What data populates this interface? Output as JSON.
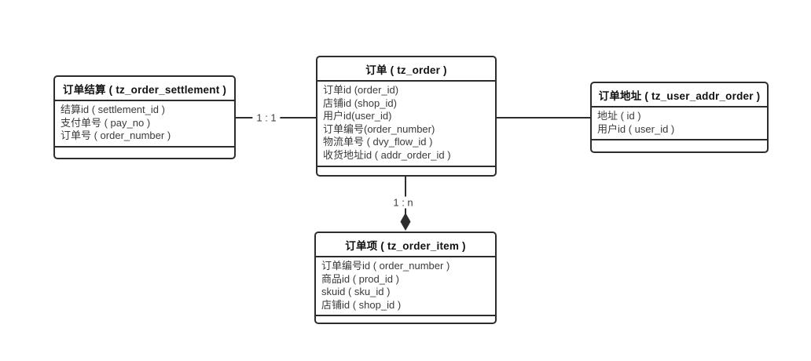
{
  "colors": {
    "background": "#ffffff",
    "line": "#2d2d2d",
    "title_text": "#111111",
    "field_text": "#3a3a3a"
  },
  "entities": {
    "settlement": {
      "title": "订单结算 ( tz_order_settlement )",
      "fields": [
        "结算id ( settlement_id )",
        "支付单号 ( pay_no )",
        "订单号 ( order_number )"
      ]
    },
    "order": {
      "title": "订单 ( tz_order )",
      "fields": [
        "订单id (order_id)",
        "店铺id (shop_id)",
        "用户id(user_id)",
        "订单编号(order_number)",
        "物流单号 ( dvy_flow_id )",
        "收货地址id ( addr_order_id )"
      ]
    },
    "addr": {
      "title": "订单地址 ( tz_user_addr_order )",
      "fields": [
        "地址 ( id )",
        "用户id ( user_id )"
      ]
    },
    "item": {
      "title": "订单项 ( tz_order_item )",
      "fields": [
        "订单编号id ( order_number )",
        "商品id ( prod_id )",
        "skuid ( sku_id )",
        "店铺id ( shop_id )"
      ]
    }
  },
  "relations": {
    "settlement_order": {
      "label": "1 : 1"
    },
    "order_addr": {
      "label": ""
    },
    "order_item": {
      "label": "1 : n",
      "marker": "filled-diamond"
    }
  }
}
